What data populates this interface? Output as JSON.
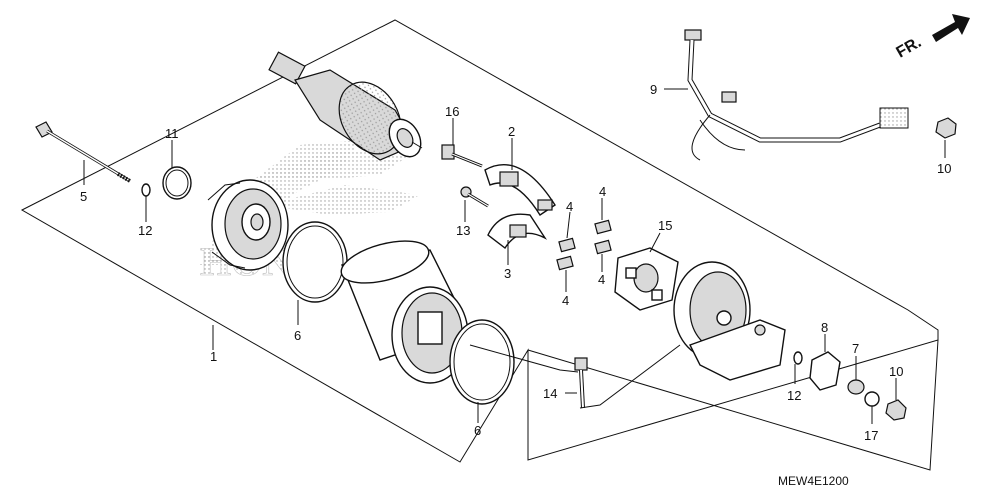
{
  "diagram_code": "MEW4E1200",
  "direction_label": "FR.",
  "watermark_text": "HONDA",
  "callouts": {
    "c1": "1",
    "c2": "2",
    "c3": "3",
    "c4a": "4",
    "c4b": "4",
    "c4c": "4",
    "c4d": "4",
    "c5": "5",
    "c6a": "6",
    "c6b": "6",
    "c7": "7",
    "c8": "8",
    "c9": "9",
    "c10a": "10",
    "c10b": "10",
    "c11": "11",
    "c12a": "12",
    "c12b": "12",
    "c13": "13",
    "c14": "14",
    "c15": "15",
    "c16": "16",
    "c17": "17"
  }
}
